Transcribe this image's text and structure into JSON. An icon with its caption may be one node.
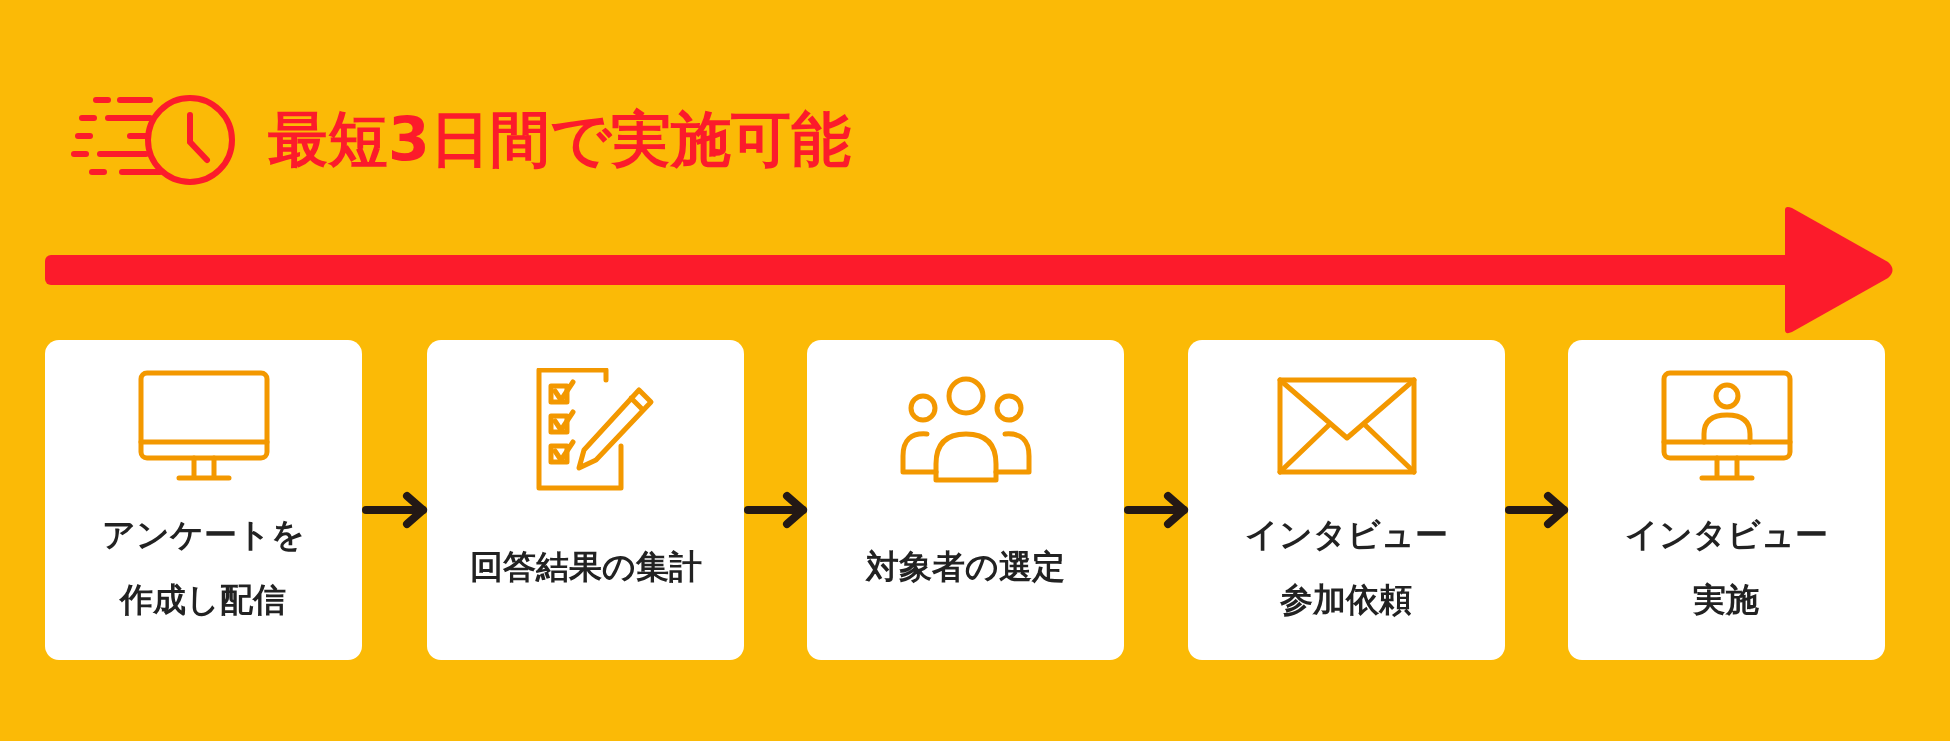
{
  "diagram": {
    "title": "最短3日間で実施可能",
    "nodes": [
      {
        "text": [
          "アンケートを作成し配信"
        ]
      },
      {
        "text": [
          "回答結果の集計"
        ]
      },
      {
        "text": [
          "対象者の選定"
        ]
      },
      {
        "text": [
          "インタビュー参加依頼"
        ]
      },
      {
        "text": [
          "インタビュー実施"
        ]
      }
    ],
    "edges": [
      {
        "from": 0,
        "to": 1,
        "arrow": "to"
      },
      {
        "from": 1,
        "to": 2,
        "arrow": "to"
      },
      {
        "from": 2,
        "to": 3,
        "arrow": "to"
      },
      {
        "from": 3,
        "to": 4,
        "arrow": "to"
      }
    ]
  }
}
